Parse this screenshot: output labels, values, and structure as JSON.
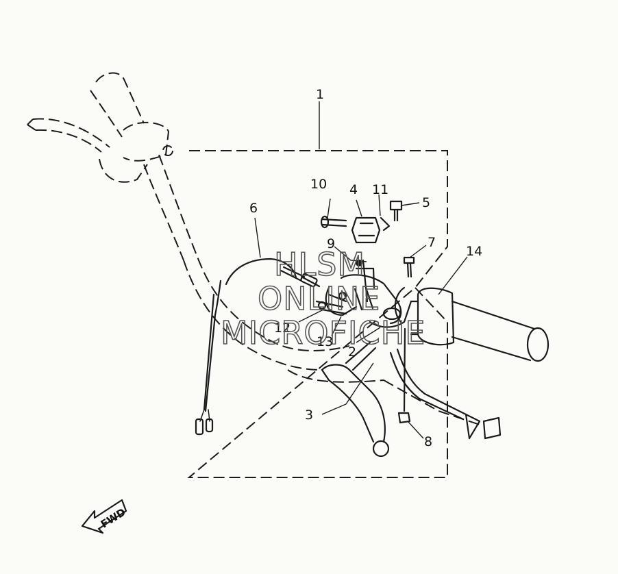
{
  "callouts": [
    {
      "id": "c1",
      "label": "1"
    },
    {
      "id": "c2",
      "label": "2"
    },
    {
      "id": "c3",
      "label": "3"
    },
    {
      "id": "c4",
      "label": "4"
    },
    {
      "id": "c5",
      "label": "5"
    },
    {
      "id": "c6",
      "label": "6"
    },
    {
      "id": "c7",
      "label": "7"
    },
    {
      "id": "c8",
      "label": "8"
    },
    {
      "id": "c9",
      "label": "9"
    },
    {
      "id": "c10",
      "label": "10"
    },
    {
      "id": "c11",
      "label": "11"
    },
    {
      "id": "c12",
      "label": "12"
    },
    {
      "id": "c13",
      "label": "13"
    },
    {
      "id": "c14",
      "label": "14"
    }
  ],
  "direction_badge": {
    "label": "FWD"
  },
  "watermark": {
    "line1": "HLSM",
    "line2": "ONLINE",
    "line3": "MICROFICHE"
  }
}
